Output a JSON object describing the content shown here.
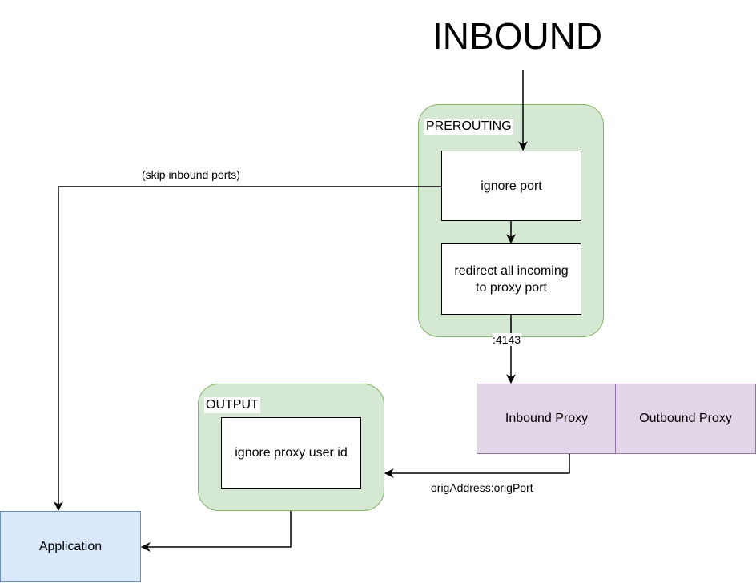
{
  "title": "INBOUND",
  "prerouting": {
    "label": "PREROUTING",
    "ignore_port": "ignore port",
    "redirect": "redirect all incoming to proxy port"
  },
  "output": {
    "label": "OUTPUT",
    "ignore_user": "ignore proxy user id"
  },
  "proxies": {
    "inbound": "Inbound Proxy",
    "outbound": "Outbound Proxy"
  },
  "application": "Application",
  "edges": {
    "skip": "(skip inbound ports)",
    "port": ":4143",
    "orig": "origAddress:origPort"
  },
  "colors": {
    "group_fill": "#d5e8d4",
    "group_stroke": "#82b366",
    "proxy_fill": "#e1d5e7",
    "proxy_stroke": "#9673a6",
    "app_fill": "#dae8fc",
    "app_stroke": "#6c8ebf"
  }
}
